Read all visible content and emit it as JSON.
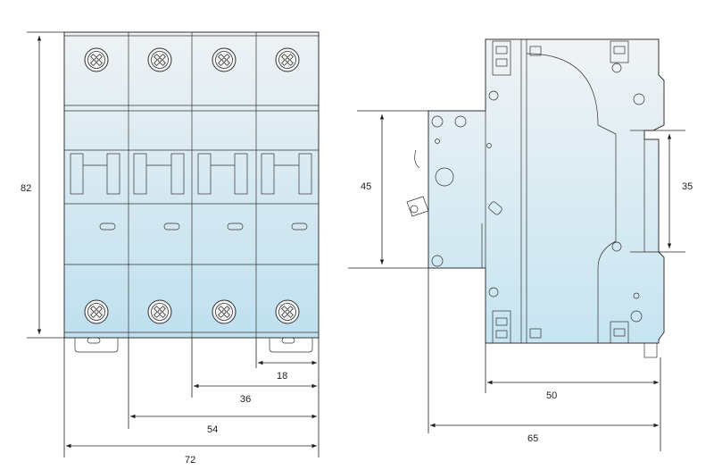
{
  "dimensions": {
    "front_height": "82",
    "front_width_1": "18",
    "front_width_2": "36",
    "front_width_3": "54",
    "front_width_4": "72",
    "side_height_45": "45",
    "side_height_35": "35",
    "side_depth_50": "50",
    "side_depth_65": "65"
  },
  "colors": {
    "body_top": "#e4edf2",
    "body_bottom": "#c5e3f0",
    "outline": "#333333"
  }
}
